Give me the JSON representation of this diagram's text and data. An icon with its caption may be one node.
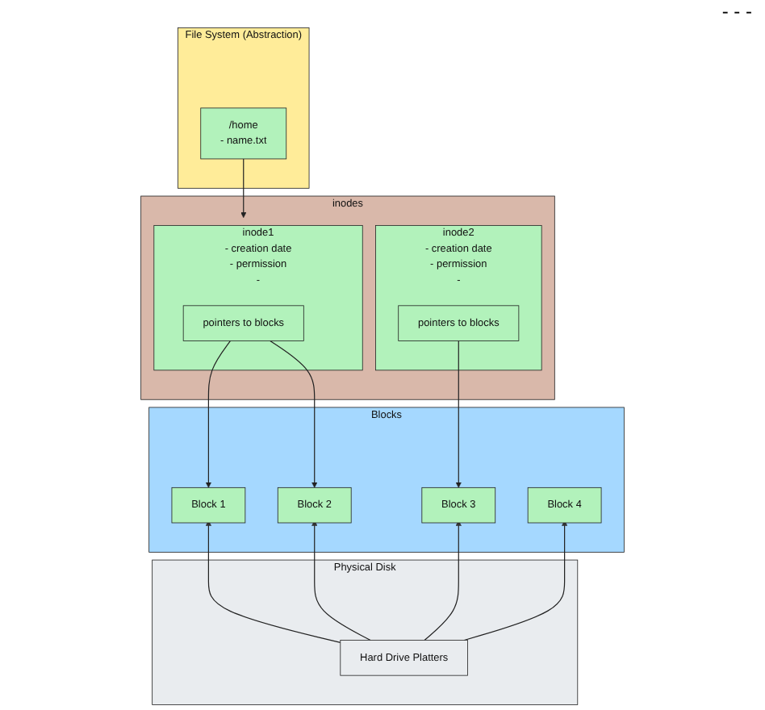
{
  "diagram": {
    "nodes": [
      {
        "text": [
          "File System (Abstraction)"
        ]
      },
      {
        "text": [
          "/home",
          "- name.txt"
        ],
        "in": 0
      },
      {
        "text": [
          "inodes"
        ]
      },
      {
        "text": [
          "inode1",
          "- creation date",
          "- permission",
          "-"
        ],
        "in": 2
      },
      {
        "text": [
          "pointers to blocks"
        ],
        "in": 3
      },
      {
        "text": [
          "inode2",
          "- creation date",
          "- permission",
          "-"
        ],
        "in": 2
      },
      {
        "text": [
          "pointers to blocks"
        ],
        "in": 5
      },
      {
        "text": [
          "Blocks"
        ]
      },
      {
        "text": [
          "Block 1"
        ],
        "in": 7
      },
      {
        "text": [
          "Block 2"
        ],
        "in": 7
      },
      {
        "text": [
          "Block 3"
        ],
        "in": 7
      },
      {
        "text": [
          "Block 4"
        ],
        "in": 7
      },
      {
        "text": [
          "Physical Disk"
        ]
      },
      {
        "text": [
          "Hard Drive Platters"
        ],
        "in": 12
      }
    ],
    "edges": [
      {
        "from": 1,
        "to": 3,
        "arrow": "to"
      },
      {
        "from": 4,
        "to": 8,
        "arrow": "to"
      },
      {
        "from": 4,
        "to": 9,
        "arrow": "to"
      },
      {
        "from": 6,
        "to": 10,
        "arrow": "to"
      },
      {
        "from": 13,
        "to": 8,
        "arrow": "to"
      },
      {
        "from": 13,
        "to": 9,
        "arrow": "to"
      },
      {
        "from": 13,
        "to": 10,
        "arrow": "to"
      },
      {
        "from": 13,
        "to": 11,
        "arrow": "to"
      }
    ],
    "labels": [
      "- - -"
    ]
  }
}
